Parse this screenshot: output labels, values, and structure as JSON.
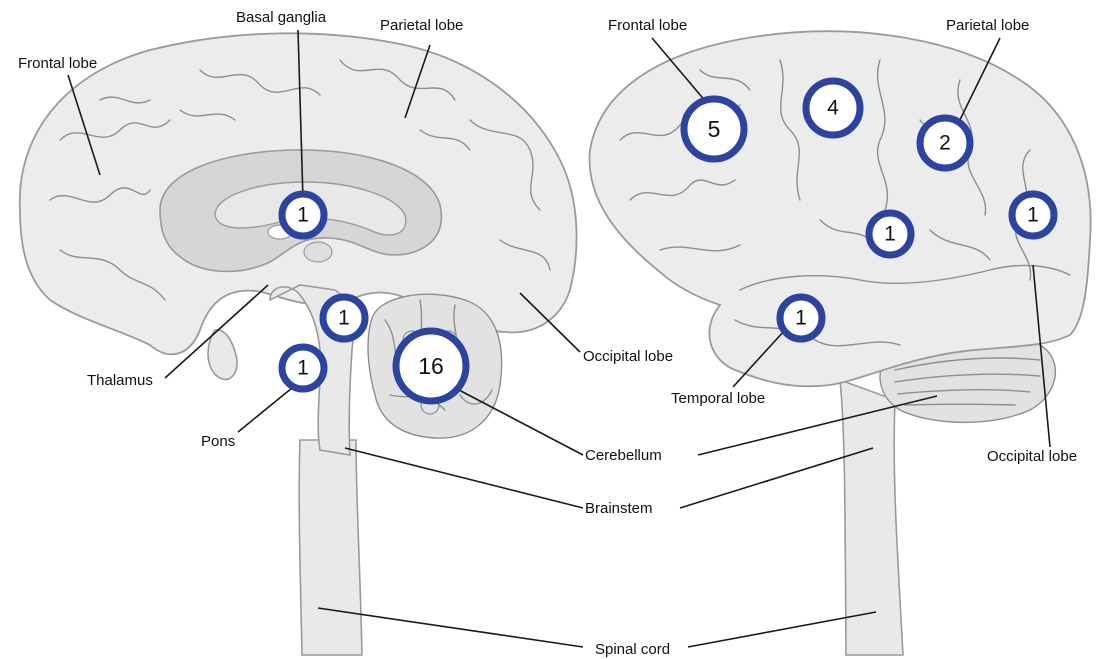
{
  "labels": {
    "left_frontal": "Frontal lobe",
    "left_basal": "Basal ganglia",
    "left_parietal": "Parietal lobe",
    "left_thalamus": "Thalamus",
    "left_pons": "Pons",
    "left_occipital": "Occipital lobe",
    "right_frontal": "Frontal lobe",
    "right_parietal": "Parietal lobe",
    "right_temporal": "Temporal lobe",
    "right_occipital": "Occipital lobe",
    "cerebellum": "Cerebellum",
    "brainstem": "Brainstem",
    "spinal_cord": "Spinal cord"
  },
  "counts": {
    "basal_ganglia": "1",
    "midbrain": "1",
    "pons": "1",
    "cerebellum": "16",
    "frontal_lobe_a": "5",
    "frontal_lobe_b": "4",
    "parietal_lobe": "2",
    "insula_region": "1",
    "occipital_lobe": "1",
    "temporal_lobe": "1"
  },
  "colors": {
    "marker_ring": "#2c44a0",
    "brain_fill": "#ececec",
    "outline": "#9a9a9a"
  }
}
